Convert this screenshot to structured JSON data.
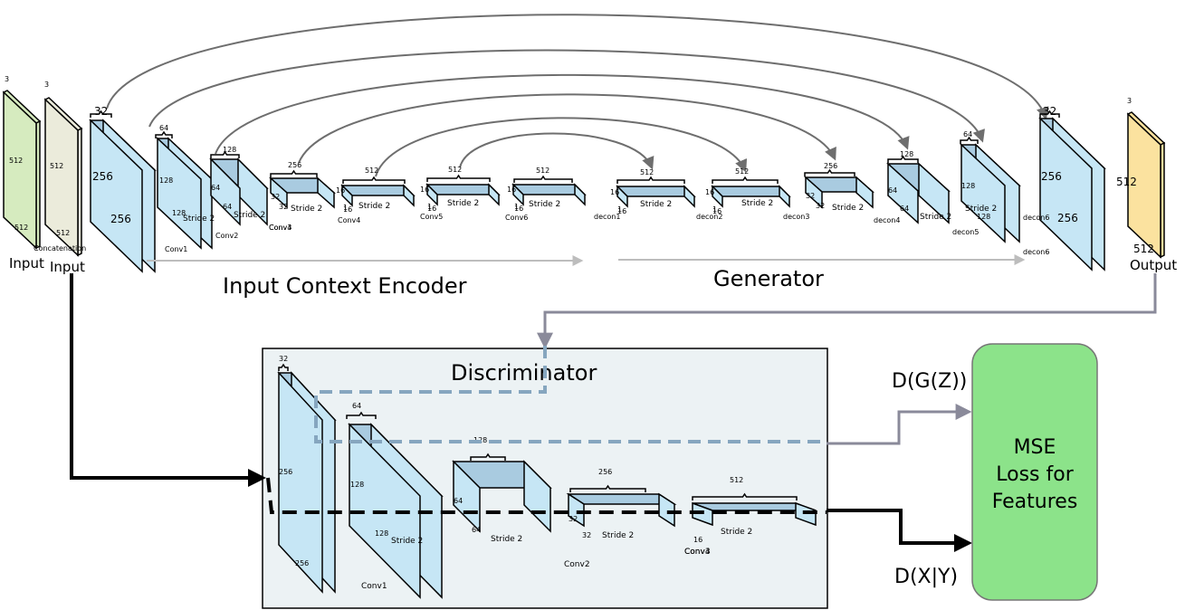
{
  "colors": {
    "block_fill": "#c6e6f5",
    "block_top": "#a9cbe0",
    "input_green": "#d6ebbf",
    "concat_fill": "#ebebdb",
    "output_yellow": "#fbe29f",
    "mse_fill": "#8ce38a",
    "disc_bg": "#ecf2f4",
    "skip_arc": "#6e6e6e",
    "dashed_blue": "#86a6bf",
    "arrow_gray": "#8a8a9a"
  },
  "labels": {
    "input_left": "Input",
    "input_right": "Input",
    "concat": "Concatenation",
    "output": "Output",
    "encoder": "Input Context Encoder",
    "generator": "Generator",
    "discriminator": "Discriminator",
    "dgz": "D(G(Z))",
    "dxy": "D(X|Y)",
    "mse_line1": "MSE",
    "mse_line2": "Loss for",
    "mse_line3": "Features"
  },
  "input_dims": {
    "left_top": "3",
    "left_mid": "512",
    "left_bot": "512",
    "concat_top": "3",
    "concat_mid": "512",
    "concat_bot": "512",
    "out_top": "3",
    "out_mid": "512",
    "out_bot": "512"
  },
  "generator_blocks": [
    {
      "name": "Conv1",
      "top": "32",
      "left_a": "256",
      "left_b": "256",
      "mid": "",
      "stride": ""
    },
    {
      "name": "Conv2",
      "top": "64",
      "left_a": "128",
      "left_b": "128",
      "mid": "",
      "stride": "Stride 2"
    },
    {
      "name": "Conv3",
      "top": "128",
      "left_a": "64",
      "left_b": "64",
      "mid": "",
      "stride": "Stride 2"
    },
    {
      "name": "Conv4",
      "top": "256",
      "left_a": "32",
      "left_b": "32",
      "mid": "",
      "stride": "Stride 2"
    },
    {
      "name": "Conv4",
      "top": "512",
      "left_a": "16",
      "left_b": "16",
      "mid": "1",
      "stride": "Stride 2"
    },
    {
      "name": "Conv5",
      "top": "512",
      "left_a": "16",
      "left_b": "16",
      "mid": "1",
      "stride": "Stride 2"
    },
    {
      "name": "Conv6",
      "top": "512",
      "left_a": "16",
      "left_b": "16",
      "mid": "1",
      "stride": "Stride 2"
    },
    {
      "name": "decon1",
      "top": "512",
      "left_a": "16",
      "left_b": "16",
      "mid": "1",
      "stride": "Stride 2"
    },
    {
      "name": "decon2",
      "top": "512",
      "left_a": "16",
      "left_b": "16",
      "mid": "1",
      "stride": "Stride 2"
    },
    {
      "name": "decon3",
      "top": "256",
      "left_a": "32",
      "left_b": "32",
      "mid": "",
      "stride": "Stride 2"
    },
    {
      "name": "decon4",
      "top": "128",
      "left_a": "64",
      "left_b": "64",
      "mid": "",
      "stride": "Stride 2"
    },
    {
      "name": "decon5",
      "top": "64",
      "left_a": "128",
      "left_b": "128",
      "mid": "",
      "stride": "Stride 2"
    },
    {
      "name": "decon6",
      "top": "32",
      "left_a": "256",
      "left_b": "256",
      "mid": "",
      "stride": ""
    }
  ],
  "decon6_extra": "decon6",
  "discriminator_blocks": [
    {
      "name": "Conv1",
      "top": "32",
      "left_a": "256",
      "left_b": "256",
      "stride": ""
    },
    {
      "name": "Conv1",
      "top": "64",
      "left_a": "128",
      "left_b": "128",
      "stride": "Stride 2"
    },
    {
      "name": "Conv2",
      "top": "128",
      "left_a": "64",
      "left_b": "64",
      "stride": "Stride 2"
    },
    {
      "name": "Conv3",
      "top": "256",
      "left_a": "32",
      "left_b": "32",
      "stride": "Stride 2"
    },
    {
      "name": "Conv4",
      "top": "512",
      "left_a": "16",
      "left_b": "",
      "stride": "Stride 2"
    }
  ]
}
